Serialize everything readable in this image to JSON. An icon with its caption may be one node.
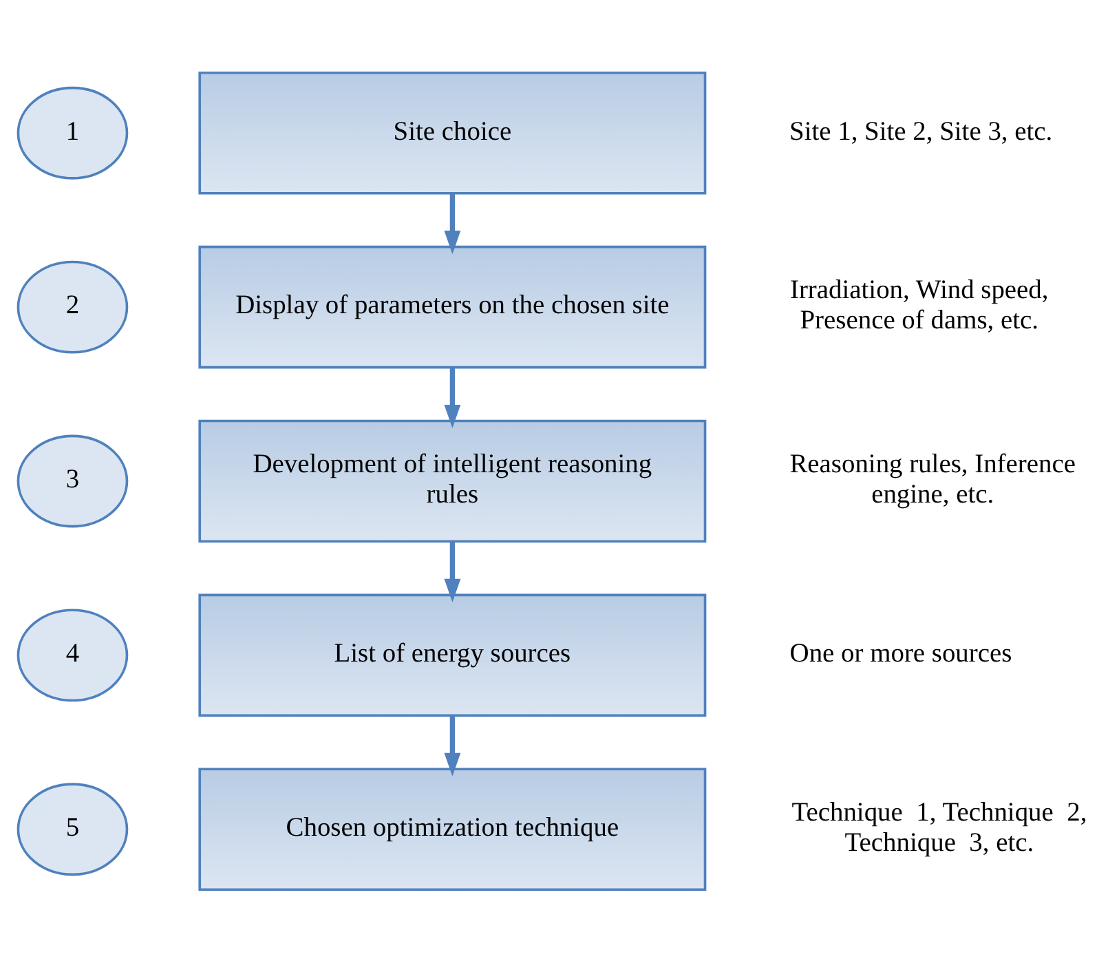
{
  "diagram": {
    "nodes": [
      {
        "text": [
          "1"
        ]
      },
      {
        "text": [
          "Site choice"
        ],
        "beside": [
          "Site 1, Site 2, Site 3, etc."
        ]
      },
      {
        "text": [
          "2"
        ]
      },
      {
        "text": [
          "Display of parameters on the chosen site"
        ],
        "beside": [
          "Irradiation, Wind speed, Presence of dams, etc."
        ]
      },
      {
        "text": [
          "3"
        ]
      },
      {
        "text": [
          "Development of intelligent reasoning rules"
        ],
        "beside": [
          "Reasoning rules, Inference  engine, etc."
        ]
      },
      {
        "text": [
          "4"
        ]
      },
      {
        "text": [
          "List of energy sources"
        ],
        "beside": [
          "One or more sources"
        ]
      },
      {
        "text": [
          "5"
        ]
      },
      {
        "text": [
          "Chosen optimization technique"
        ],
        "beside": [
          "Technique  1, Technique  2, Technique  3, etc."
        ]
      }
    ],
    "edges": [
      {
        "from": 1,
        "to": 3,
        "arrow": "to"
      },
      {
        "from": 3,
        "to": 5,
        "arrow": "to"
      },
      {
        "from": 5,
        "to": 7,
        "arrow": "to"
      },
      {
        "from": 7,
        "to": 9,
        "arrow": "to"
      }
    ]
  }
}
